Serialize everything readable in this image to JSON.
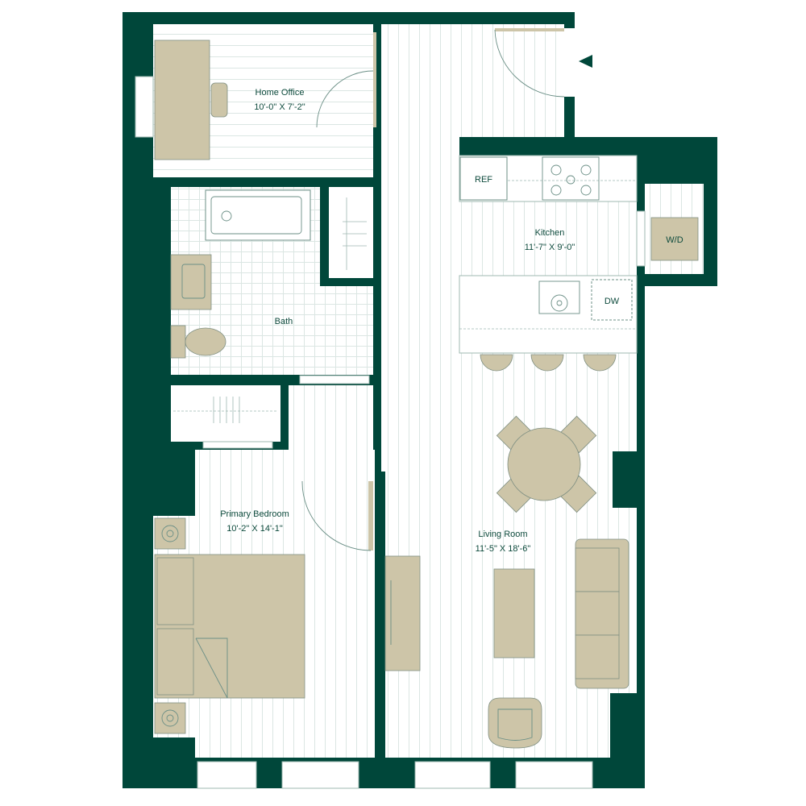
{
  "plan": {
    "rooms": {
      "home_office": {
        "name": "Home Office",
        "size": "10'-0\" X 7'-2\""
      },
      "bath": {
        "name": "Bath"
      },
      "kitchen": {
        "name": "Kitchen",
        "size": "11'-7\" X 9'-0\""
      },
      "primary_bedroom": {
        "name": "Primary Bedroom",
        "size": "10'-2\" X 14'-1\""
      },
      "living_room": {
        "name": "Living Room",
        "size": "11'-5\" X 18'-6\""
      }
    },
    "appliances": {
      "ref": "REF",
      "dw": "DW",
      "wd": "W/D"
    },
    "colors": {
      "wall": "#00473a",
      "furniture": "#cdc5a8",
      "floor_line": "#dbe6e3",
      "text": "#0d4a3c"
    }
  }
}
